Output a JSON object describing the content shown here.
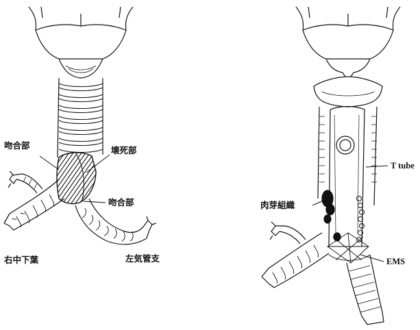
{
  "figure_left": {
    "labels": {
      "anastomosis_upper": "吻合部",
      "necrosis": "壊死部",
      "anastomosis_lower": "吻合部",
      "right_lower_middle_lobe": "右中下葉",
      "left_main_bronchus": "左気管支"
    }
  },
  "figure_right": {
    "labels": {
      "t_tube": "T tube",
      "granulation": "肉芽組織",
      "ems": "EMS"
    }
  },
  "colors": {
    "ink": "#111111",
    "background": "#ffffff"
  }
}
